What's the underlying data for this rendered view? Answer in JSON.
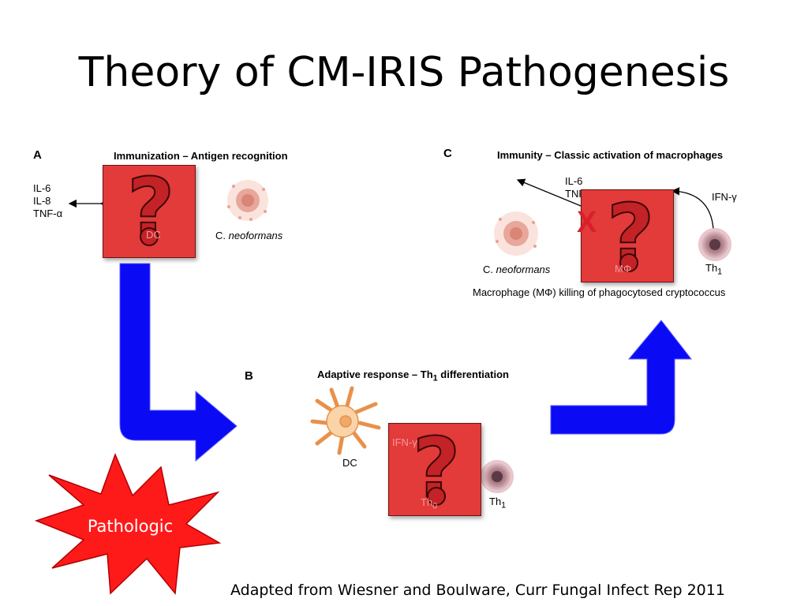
{
  "title": "Theory of CM-IRIS Pathogenesis",
  "panel_a": {
    "letter": "A",
    "heading": "Immunization – Antigen recognition",
    "cytokines": [
      "IL-6",
      "IL-8",
      "TNF-α"
    ],
    "cell_label": "DC",
    "organism_prefix": "C. ",
    "organism_italic": "neoformans"
  },
  "panel_b": {
    "letter": "B",
    "heading_main": "Adaptive response – Th",
    "heading_sub": "1",
    "heading_tail": " differentiation",
    "dc_label": "DC",
    "signal_label": "IFN-γ IL-12",
    "th0_main": "Th",
    "th0_sub": "0",
    "th1_main": "Th",
    "th1_sub": "1"
  },
  "panel_c": {
    "letter": "C",
    "heading": "Immunity – Classic activation of macrophages",
    "cytokines": [
      "IL-6",
      "TNF-α"
    ],
    "ifn_label": "IFN-γ",
    "organism_prefix": "C. ",
    "organism_italic": "neoformans",
    "macrophage_label": "MΦ",
    "th1_main": "Th",
    "th1_sub": "1",
    "caption": "Macrophage (MΦ) killing of phagocytosed cryptococcus",
    "x_mark": "X"
  },
  "question_mark": "?",
  "badge": {
    "label": "Pathologic",
    "color": "#ff1a1a"
  },
  "citation": "Adapted from Wiesner and Boulware, Curr Fungal Infect Rep 2011",
  "colors": {
    "arrow_blue": "#0a0af5",
    "box_red": "#e33a3a"
  }
}
